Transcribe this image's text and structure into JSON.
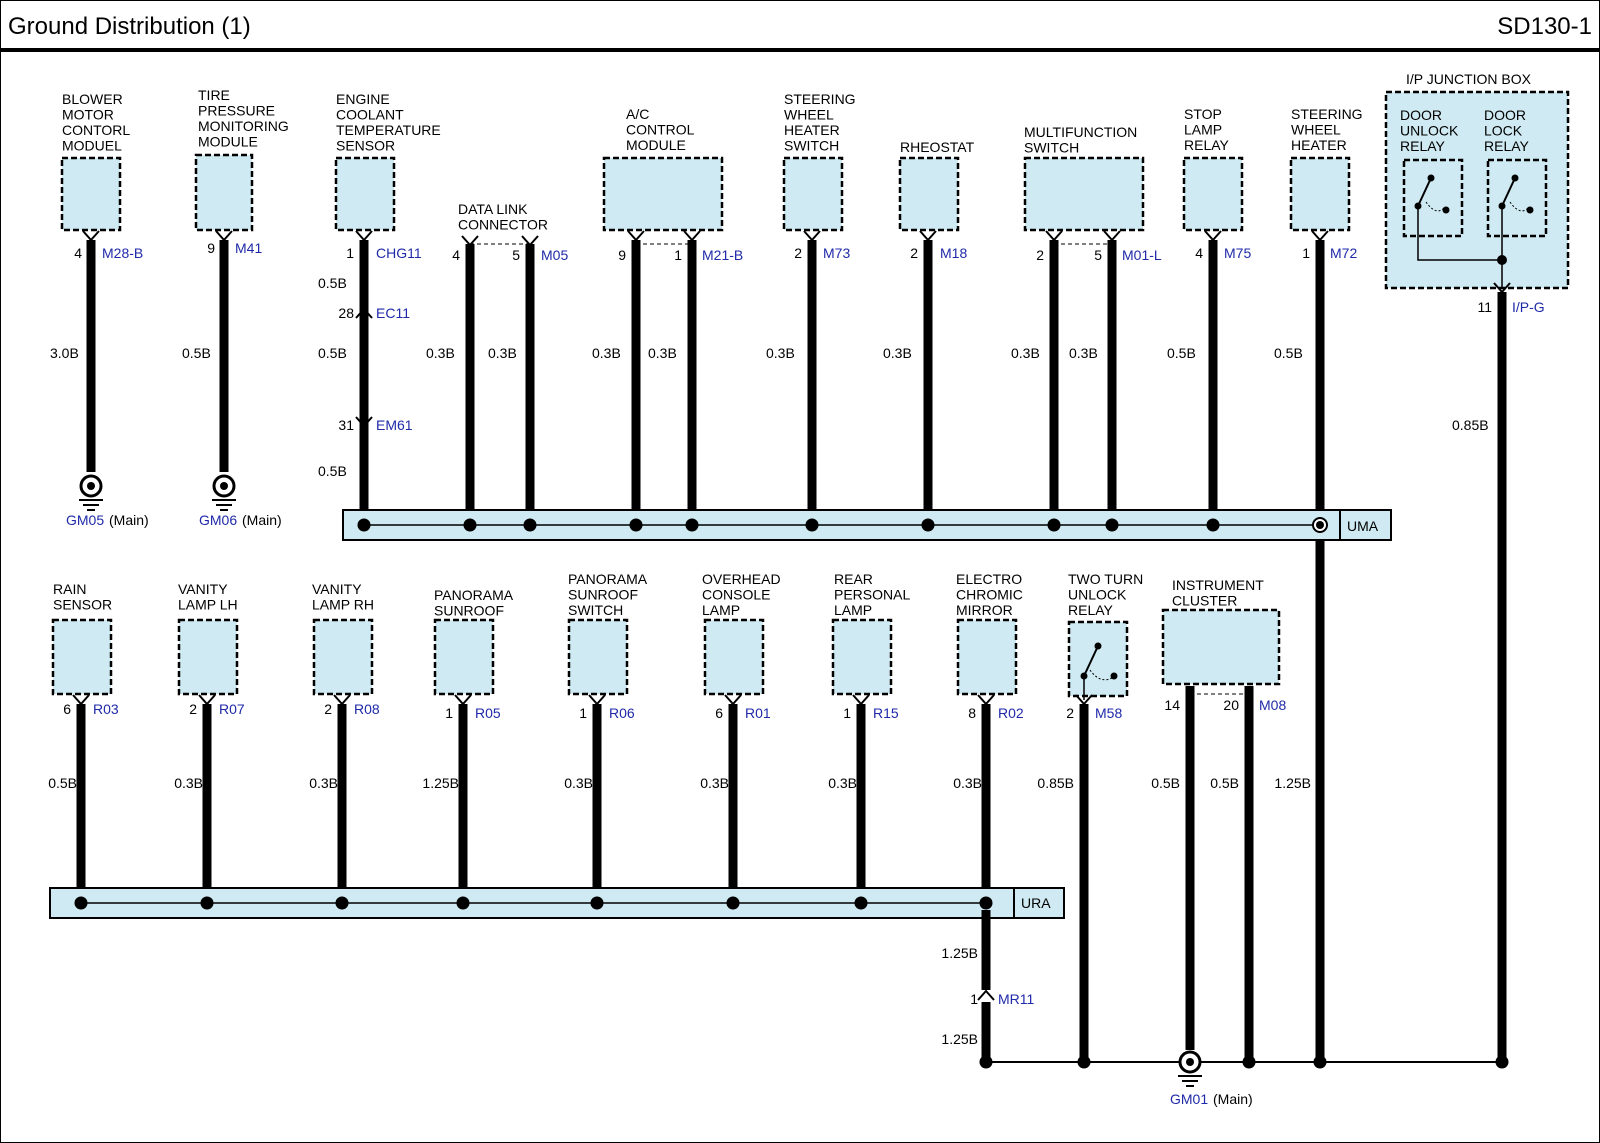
{
  "header": {
    "title": "Ground Distribution (1)",
    "code": "SD130-1"
  },
  "colors": {
    "box_fill": "#cfeaf2",
    "blue_text": "#1f2aa8",
    "wire": "#000000"
  },
  "splices": {
    "uma": "UMA",
    "ura": "URA"
  },
  "top_components": [
    {
      "name": "BLOWER\nMOTOR\nCONTORL\nMODUEL",
      "pins": [
        {
          "pin": "4",
          "connector": "M28-B"
        }
      ],
      "gauges": [
        "3.0B"
      ],
      "ground": {
        "code": "GM05",
        "suffix": "(Main)"
      }
    },
    {
      "name": "TIRE\nPRESSURE\nMONITORING\nMODULE",
      "pins": [
        {
          "pin": "9",
          "connector": "M41"
        }
      ],
      "gauges": [
        "0.5B"
      ],
      "ground": {
        "code": "GM06",
        "suffix": "(Main)"
      }
    },
    {
      "name": "ENGINE\nCOOLANT\nTEMPERATURE\nSENSOR",
      "pins": [
        {
          "pin": "1",
          "connector": "CHG11"
        }
      ],
      "gauges": [
        "0.5B",
        "0.5B",
        "0.5B"
      ],
      "inline": [
        {
          "pin": "28",
          "connector": "EC11"
        },
        {
          "pin": "31",
          "connector": "EM61"
        }
      ]
    },
    {
      "name": "DATA LINK\nCONNECTOR",
      "pins": [
        {
          "pin": "4",
          "connector": ""
        },
        {
          "pin": "5",
          "connector": "M05"
        }
      ],
      "gauges": [
        "0.3B",
        "0.3B"
      ]
    },
    {
      "name": "A/C\nCONTROL\nMODULE",
      "pins": [
        {
          "pin": "9",
          "connector": ""
        },
        {
          "pin": "1",
          "connector": "M21-B"
        }
      ],
      "gauges": [
        "0.3B",
        "0.3B"
      ]
    },
    {
      "name": "STEERING\nWHEEL\nHEATER\nSWITCH",
      "pins": [
        {
          "pin": "2",
          "connector": "M73"
        }
      ],
      "gauges": [
        "0.3B"
      ]
    },
    {
      "name": "RHEOSTAT",
      "pins": [
        {
          "pin": "2",
          "connector": "M18"
        }
      ],
      "gauges": [
        "0.3B"
      ]
    },
    {
      "name": "MULTIFUNCTION\nSWITCH",
      "pins": [
        {
          "pin": "2",
          "connector": ""
        },
        {
          "pin": "5",
          "connector": "M01-L"
        }
      ],
      "gauges": [
        "0.3B",
        "0.3B"
      ]
    },
    {
      "name": "STOP\nLAMP\nRELAY",
      "pins": [
        {
          "pin": "4",
          "connector": "M75"
        }
      ],
      "gauges": [
        "0.5B"
      ]
    },
    {
      "name": "STEERING\nWHEEL\nHEATER",
      "pins": [
        {
          "pin": "1",
          "connector": "M72"
        }
      ],
      "gauges": [
        "0.5B"
      ]
    }
  ],
  "junction_box": {
    "title": "I/P JUNCTION BOX",
    "relays": [
      "DOOR\nUNLOCK\nRELAY",
      "DOOR\nLOCK\nRELAY"
    ],
    "pin": "11",
    "connector": "I/P-G",
    "gauge": "0.85B"
  },
  "bottom_components": [
    {
      "name": "RAIN\nSENSOR",
      "pin": "6",
      "connector": "R03",
      "gauge": "0.5B"
    },
    {
      "name": "VANITY\nLAMP LH",
      "pin": "2",
      "connector": "R07",
      "gauge": "0.3B"
    },
    {
      "name": "VANITY\nLAMP RH",
      "pin": "2",
      "connector": "R08",
      "gauge": "0.3B"
    },
    {
      "name": "PANORAMA\nSUNROOF",
      "pin": "1",
      "connector": "R05",
      "gauge": "1.25B"
    },
    {
      "name": "PANORAMA\nSUNROOF\nSWITCH",
      "pin": "1",
      "connector": "R06",
      "gauge": "0.3B"
    },
    {
      "name": "OVERHEAD\nCONSOLE\nLAMP",
      "pin": "6",
      "connector": "R01",
      "gauge": "0.3B"
    },
    {
      "name": "REAR\nPERSONAL\nLAMP",
      "pin": "1",
      "connector": "R15",
      "gauge": "0.3B"
    },
    {
      "name": "ELECTRO\nCHROMIC\nMIRROR",
      "pin": "8",
      "connector": "R02",
      "gauge": "0.3B"
    }
  ],
  "ura_output": {
    "gauge_upper": "1.25B",
    "inline_pin": "1",
    "inline_connector": "MR11",
    "gauge_lower": "1.25B"
  },
  "two_turn_relay": {
    "name": "TWO TURN\nUNLOCK\nRELAY",
    "pin": "2",
    "connector": "M58",
    "gauge": "0.85B"
  },
  "instrument_cluster": {
    "name": "INSTRUMENT\nCLUSTER",
    "pins": [
      "14",
      "20"
    ],
    "connector": "M08",
    "gauges": [
      "0.5B",
      "0.5B"
    ]
  },
  "uma_output": {
    "gauge": "1.25B"
  },
  "main_ground": {
    "code": "GM01",
    "suffix": "(Main)"
  }
}
